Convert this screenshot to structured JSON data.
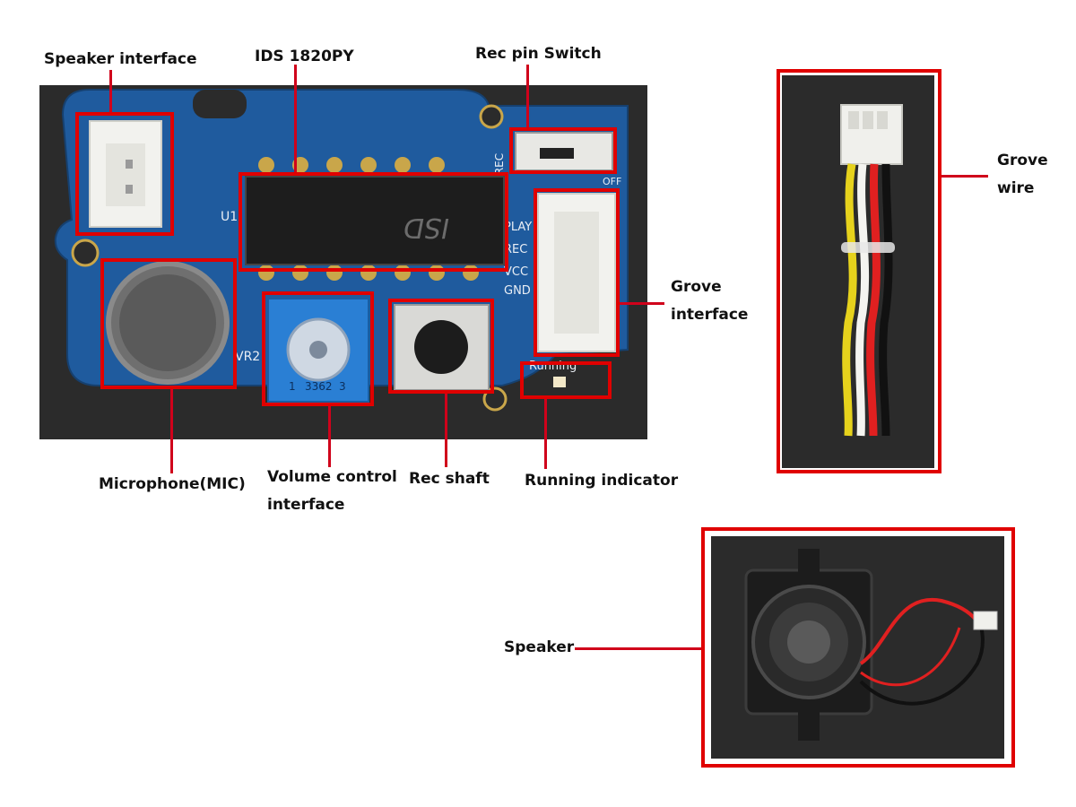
{
  "labels": {
    "speaker_interface": "Speaker interface",
    "ids_chip": "IDS 1820PY",
    "rec_pin_switch": "Rec pin Switch",
    "grove_interface_line1": "Grove",
    "grove_interface_line2": "interface",
    "microphone": "Microphone(MIC)",
    "volume_line1": "Volume control",
    "volume_line2": "interface",
    "rec_shaft": "Rec shaft",
    "running_indicator": "Running indicator",
    "grove_wire_line1": "Grove",
    "grove_wire_line2": "wire",
    "speaker": "Speaker"
  },
  "board_text": {
    "chip_marking": "ISD",
    "u1": "U1",
    "vr2": "VR2",
    "rec": "REC",
    "off": "OFF",
    "play": "PLAY",
    "vcc": "VCC",
    "gnd": "GND",
    "running": "Running",
    "pot_code": "3362",
    "pot_three": "3",
    "pot_one": "1"
  },
  "colors": {
    "callout_red": "#e00000",
    "pcb_blue": "#1f5b9e",
    "photo_bg": "#2b2b2b"
  }
}
